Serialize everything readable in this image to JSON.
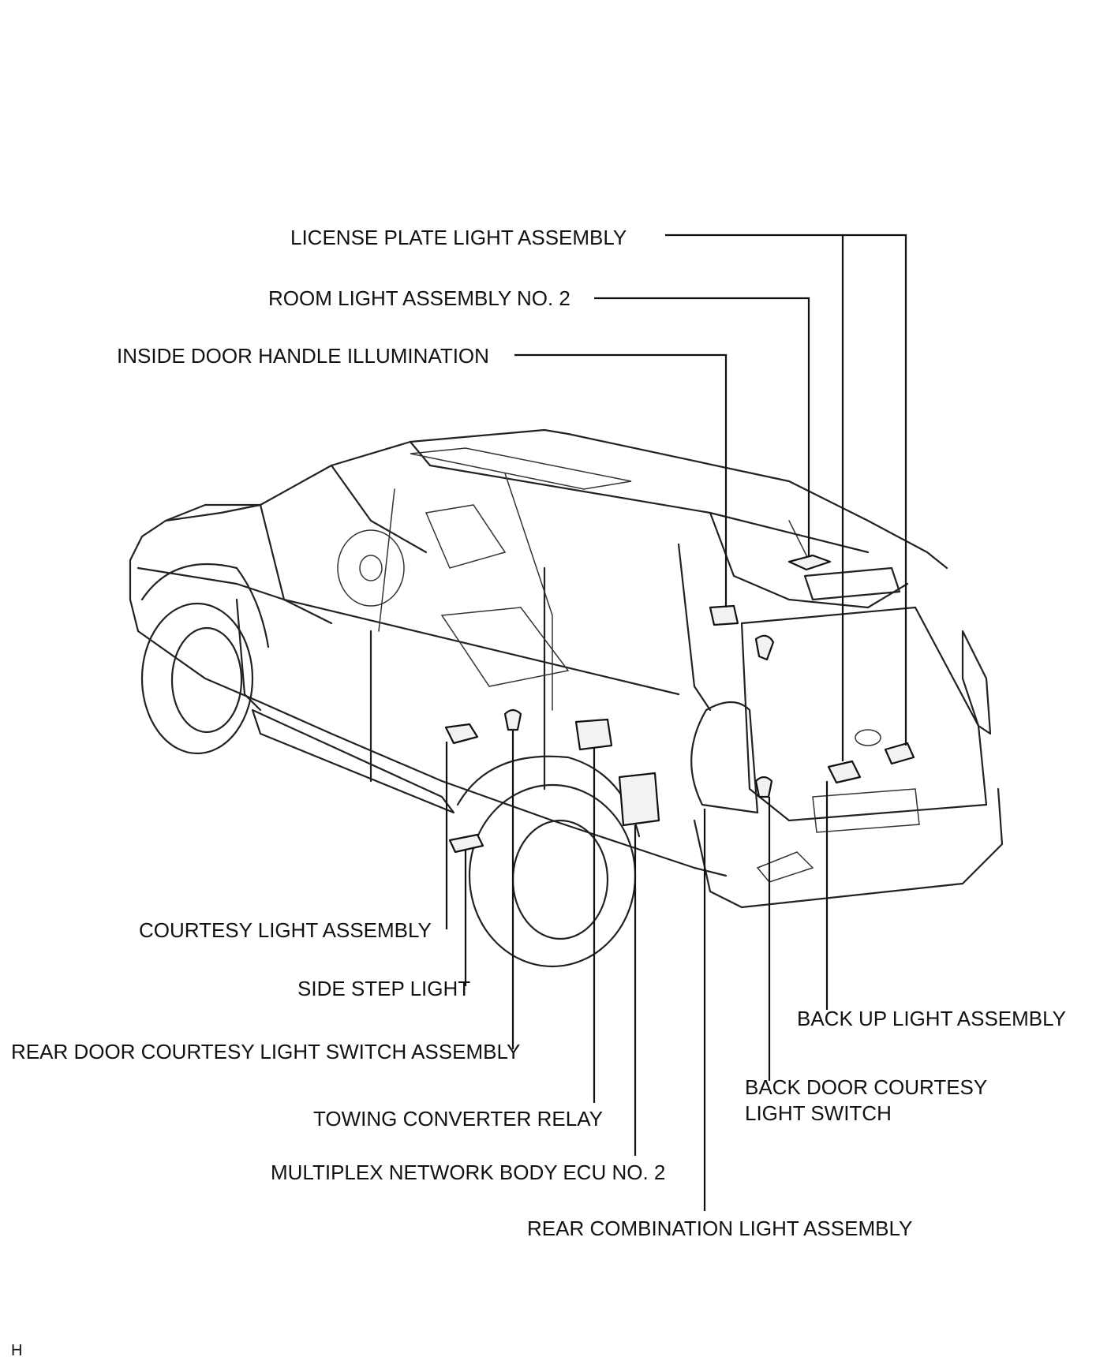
{
  "labels": {
    "license_plate_light": "LICENSE PLATE LIGHT ASSEMBLY",
    "room_light_no2": "ROOM LIGHT ASSEMBLY NO. 2",
    "inside_door_handle": "INSIDE DOOR HANDLE ILLUMINATION",
    "courtesy_light": "COURTESY LIGHT ASSEMBLY",
    "side_step_light": "SIDE STEP LIGHT",
    "rear_door_courtesy_switch": "REAR DOOR COURTESY LIGHT SWITCH ASSEMBLY",
    "towing_converter_relay": "TOWING CONVERTER RELAY",
    "multiplex_ecu_no2": "MULTIPLEX NETWORK BODY ECU NO. 2",
    "rear_combination_light": "REAR COMBINATION LIGHT ASSEMBLY",
    "back_up_light": "BACK UP LIGHT ASSEMBLY",
    "back_door_courtesy_switch_line1": "BACK DOOR COURTESY",
    "back_door_courtesy_switch_line2": "LIGHT SWITCH",
    "corner_mark": "H"
  }
}
